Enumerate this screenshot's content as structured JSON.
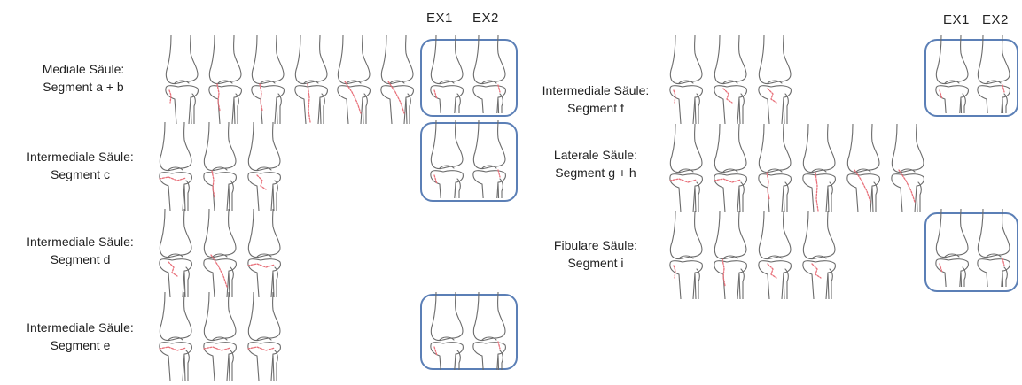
{
  "headers": {
    "left": {
      "ex1": "EX1",
      "ex2": "EX2"
    },
    "right": {
      "ex1": "EX1",
      "ex2": "EX2"
    }
  },
  "rows": [
    {
      "id": "ab",
      "line1": "Mediale Säule:",
      "line2": "Segment a + b",
      "knee_count": 6,
      "has_ex": true,
      "fracture": [
        "ml",
        "mv",
        "mv",
        "mvl",
        "md",
        "md"
      ],
      "ex_fracture": [
        "el",
        "er"
      ]
    },
    {
      "id": "c",
      "line1": "Intermediale Säule:",
      "line2": "Segment c",
      "knee_count": 3,
      "has_ex": true,
      "fracture": [
        "hz",
        "mv",
        "ms"
      ],
      "ex_fracture": [
        "el",
        "er"
      ]
    },
    {
      "id": "d",
      "line1": "Intermediale Säule:",
      "line2": "Segment d",
      "knee_count": 3,
      "has_ex": false,
      "fracture": [
        "ms",
        "md",
        "hz"
      ],
      "ex_fracture": []
    },
    {
      "id": "e",
      "line1": "Intermediale Säule:",
      "line2": "Segment e",
      "knee_count": 3,
      "has_ex": true,
      "fracture": [
        "hz",
        "hz",
        "hz"
      ],
      "ex_fracture": [
        "el",
        "er"
      ]
    },
    {
      "id": "f",
      "line1": "Intermediale Säule:",
      "line2": "Segment f",
      "knee_count": 3,
      "has_ex": true,
      "fracture": [
        "ml",
        "ms",
        "ms"
      ],
      "ex_fracture": [
        "el",
        "er"
      ]
    },
    {
      "id": "gh",
      "line1": "Laterale Säule:",
      "line2": "Segment g + h",
      "knee_count": 6,
      "has_ex": false,
      "fracture": [
        "hz",
        "hz",
        "mv",
        "mvl",
        "md",
        "md"
      ],
      "ex_fracture": []
    },
    {
      "id": "i",
      "line1": "Fibulare Säule:",
      "line2": "Segment i",
      "knee_count": 4,
      "has_ex": true,
      "fracture": [
        "ml",
        "mv",
        "ms",
        "ms"
      ],
      "ex_fracture": [
        "el",
        "er"
      ]
    }
  ],
  "colors": {
    "outline": "#6b6b6b",
    "fracture": "#e8707a",
    "box_border": "#5b7fb6"
  }
}
